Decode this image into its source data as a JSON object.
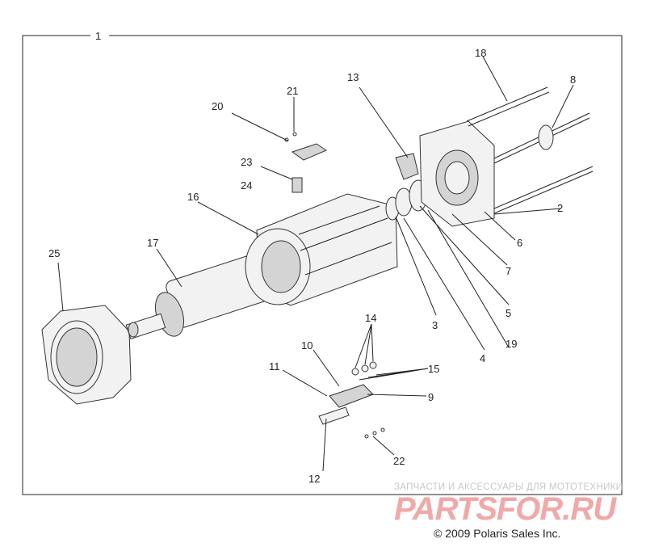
{
  "callouts": {
    "c1": "1",
    "c2": "2",
    "c3": "3",
    "c4": "4",
    "c5": "5",
    "c6": "6",
    "c7": "7",
    "c8": "8",
    "c9": "9",
    "c10": "10",
    "c11": "11",
    "c12": "12",
    "c13": "13",
    "c14": "14",
    "c15": "15",
    "c16": "16",
    "c17": "17",
    "c18": "18",
    "c19": "19",
    "c20": "20",
    "c21": "21",
    "c22": "22",
    "c23": "23",
    "c24": "24",
    "c25": "25"
  },
  "watermark": {
    "tagline": "ЗАПЧАСТИ И АКСЕССУАРЫ ДЛЯ МОТОТЕХНИКИ",
    "logo": "PARTSFOR.RU"
  },
  "copyright": "© 2009 Polaris Sales Inc."
}
